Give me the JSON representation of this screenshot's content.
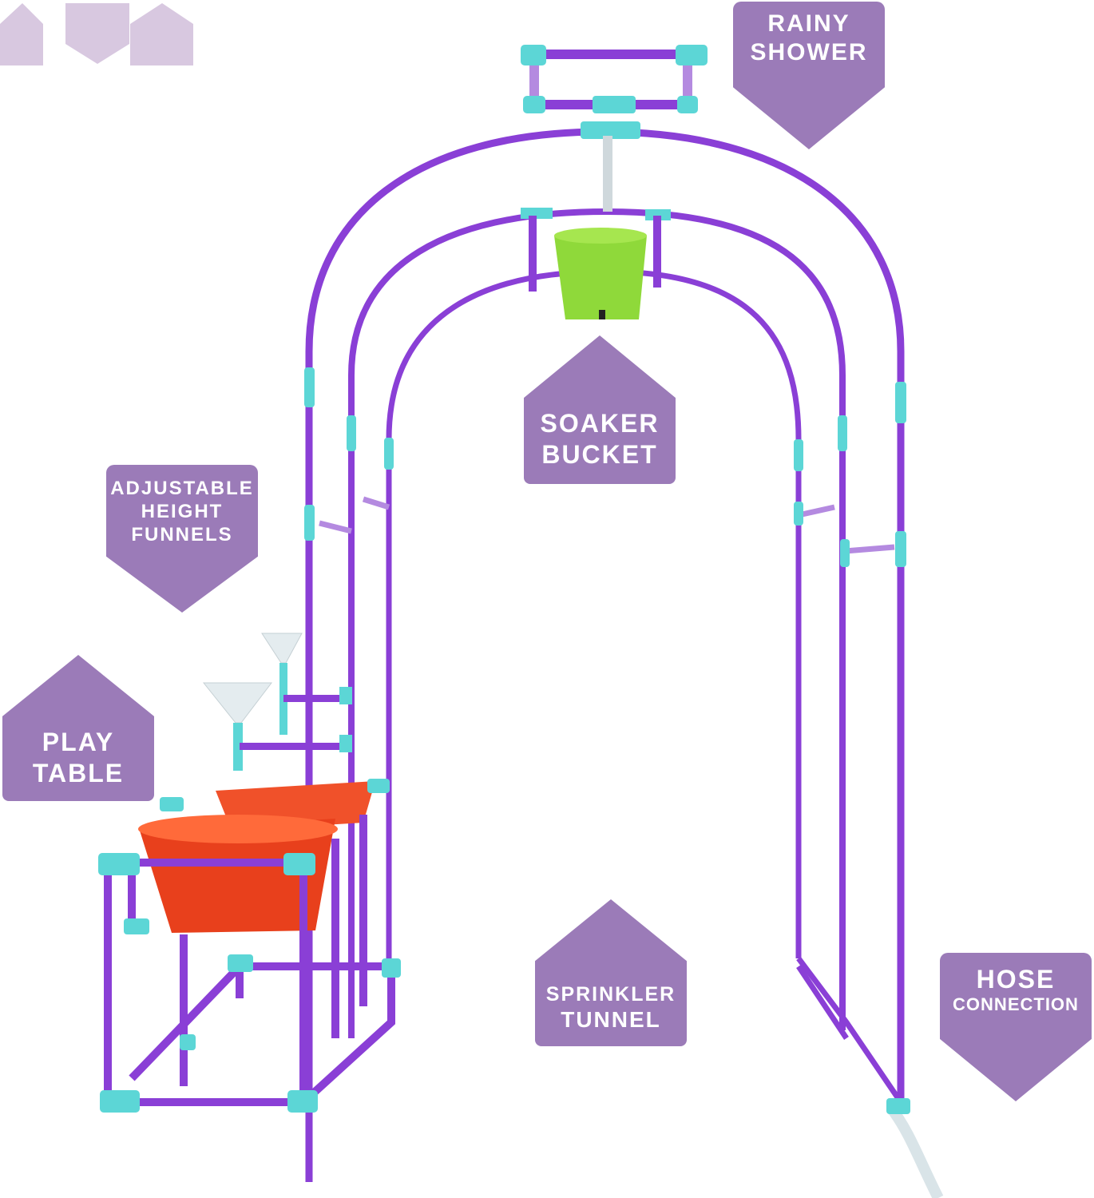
{
  "labels": {
    "rainy_shower": {
      "line1": "RAINY",
      "line2": "SHOWER"
    },
    "soaker_bucket": {
      "line1": "SOAKER",
      "line2": "BUCKET"
    },
    "adjustable_funnels": {
      "line1": "ADJUSTABLE",
      "line2": "HEIGHT",
      "line3": "FUNNELS"
    },
    "play_table": {
      "line1": "PLAY",
      "line2": "TABLE"
    },
    "sprinkler_tunnel": {
      "line1": "SPRINKLER",
      "line2": "TUNNEL"
    },
    "hose_connection": {
      "line1": "HOSE",
      "line2": "CONNECTION"
    }
  },
  "colors": {
    "label_bg": "#9b7bb8",
    "logo": "#d8c8e0",
    "pipe": "#8a3fd6",
    "connector": "#5cd6d6",
    "bucket": "#8fd93a",
    "tub": "#f0512a"
  }
}
